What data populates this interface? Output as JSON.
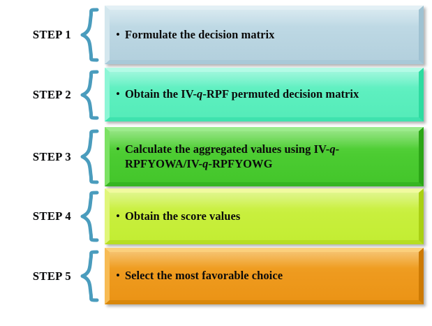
{
  "diagram": {
    "title": "Algorithm step flow",
    "background_color": "#ffffff",
    "brace_color": "#4a9cbd",
    "bullet_glyph": "•",
    "steps": [
      {
        "label": "STEP 1",
        "text": "Formulate the decision matrix",
        "text_html": "Formulate the decision matrix",
        "box_color": "#bcd7e3",
        "box_name": "step-1-box"
      },
      {
        "label": "STEP 2",
        "text": "Obtain the IV-q-RPF permuted decision matrix",
        "text_html": "Obtain the IV-<i>q</i>-RPF permuted decision matrix",
        "box_color": "#5defbf",
        "box_name": "step-2-box"
      },
      {
        "label": "STEP 3",
        "text": "Calculate the aggregated values using IV-q-RPFYOWA/IV-q-RPFYOWG",
        "text_html": "Calculate the aggregated values using IV-<i>q</i>-RPFYOWA/IV-<i>q</i>-RPFYOWG",
        "box_color": "#4ccc32",
        "box_name": "step-3-box"
      },
      {
        "label": "STEP 4",
        "text": "Obtain the score values",
        "text_html": "Obtain the score values",
        "box_color": "#c8ef3d",
        "box_name": "step-4-box"
      },
      {
        "label": "STEP 5",
        "text": "Select the most favorable choice",
        "text_html": "Select the most favorable choice",
        "box_color": "#ee9a1e",
        "box_name": "step-5-box"
      }
    ]
  }
}
